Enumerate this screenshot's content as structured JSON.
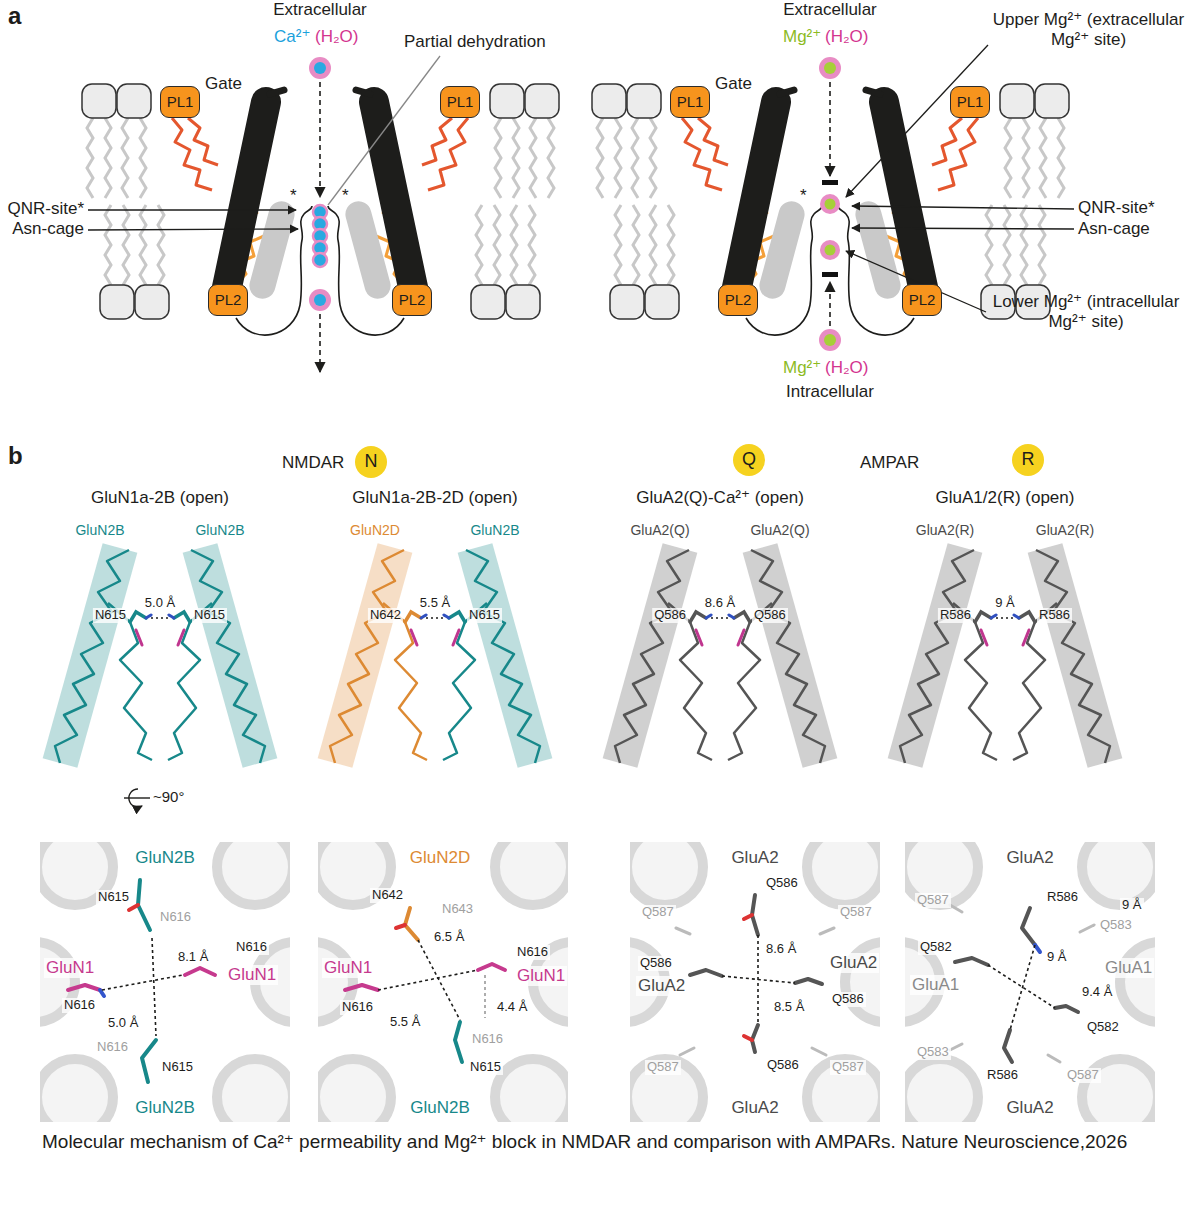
{
  "diagram": {
    "caption": "Molecular mechanism of Ca²⁺ permeability and Mg²⁺ block in NMDAR and comparison with AMPARs. Nature Neuroscience,2026",
    "nodes": [
      {
        "text": [
          "PL1"
        ]
      },
      {
        "text": [
          "PL1"
        ]
      },
      {
        "text": [
          "PL2"
        ]
      },
      {
        "text": [
          "PL2"
        ]
      },
      {
        "text": [
          "PL1"
        ]
      },
      {
        "text": [
          "PL1"
        ]
      },
      {
        "text": [
          "PL2"
        ]
      },
      {
        "text": [
          "PL2"
        ]
      },
      {
        "text": [
          "N"
        ]
      },
      {
        "text": [
          "Q"
        ]
      },
      {
        "text": [
          "R"
        ]
      }
    ],
    "labels": [
      "a",
      "Extracellular",
      "Ca²⁺",
      "(H₂O)",
      "Partial dehydration",
      "Gate",
      "QNR-site*",
      "Asn-cage",
      "*",
      "*",
      "Extracellular",
      "Mg²⁺",
      "(H₂O)",
      "Gate",
      "Upper Mg²⁺ (extracellular Mg²⁺ site)",
      "*",
      "QNR-site*",
      "Asn-cage",
      "Lower Mg²⁺ (intracellular Mg²⁺ site)",
      "Mg²⁺",
      "(H₂O)",
      "Intracellular",
      "b",
      "NMDAR",
      "AMPAR",
      "GluN1a-2B (open)",
      "GluN1a-2B-2D (open)",
      "GluA2(Q)-Ca²⁺ (open)",
      "GluA1/2(R) (open)",
      "GluN2B",
      "GluN2B",
      "5.0 Å",
      "N615",
      "N615",
      "GluN2D",
      "GluN2B",
      "N642",
      "5.5 Å",
      "N615",
      "GluA2(Q)",
      "GluA2(Q)",
      "8.6 Å",
      "Q586",
      "Q586",
      "GluA2(R)",
      "GluA2(R)",
      "9 Å",
      "R586",
      "R586",
      "~90°",
      "GluN2B",
      "N615",
      "N616",
      "N616",
      "8.1 Å",
      "GluN1",
      "GluN1",
      "N616",
      "5.0 Å",
      "N616",
      "N615",
      "GluN2B",
      "GluN2D",
      "N642",
      "N643",
      "6.5 Å",
      "N616",
      "GluN1",
      "GluN1",
      "N616",
      "4.4 Å",
      "5.5 Å",
      "N616",
      "N615",
      "GluN2B",
      "GluA2",
      "Q586",
      "Q587",
      "Q587",
      "8.6 Å",
      "GluA2",
      "Q586",
      "GluA2",
      "Q586",
      "8.5 Å",
      "Q587",
      "Q586",
      "Q587",
      "GluA2",
      "GluA2",
      "Q587",
      "R586",
      "9 Å",
      "Q583",
      "Q582",
      "9 Å",
      "GluA1",
      "GluA1",
      "9.4 Å",
      "Q582",
      "Q583",
      "R586",
      "Q587",
      "GluA2"
    ]
  }
}
